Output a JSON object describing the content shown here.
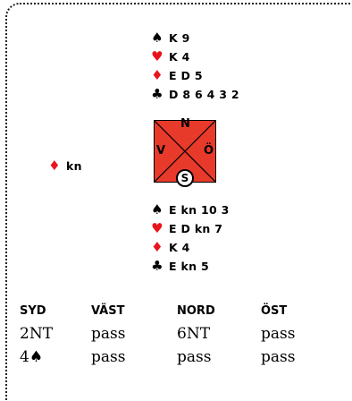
{
  "north": {
    "spades": "K 9",
    "hearts": "K 4",
    "diamonds": "E D 5",
    "clubs": "D 8 6 4 3 2"
  },
  "west": {
    "diamonds": "kn"
  },
  "south": {
    "spades": "E kn 10 3",
    "hearts": "E D kn 7",
    "diamonds": "K 4",
    "clubs": "E kn 5"
  },
  "compass": {
    "north": "N",
    "west": "V",
    "east": "Ö",
    "south": "S"
  },
  "suits": {
    "spade": "♠",
    "heart": "♥",
    "diamond": "♦",
    "club": "♣"
  },
  "colors": {
    "red_suit": "#e8141c",
    "compass_fill": "#e83a2b"
  },
  "bidding": {
    "headers": [
      "SYD",
      "VÄST",
      "NORD",
      "ÖST"
    ],
    "rows": [
      [
        "2NT",
        "pass",
        "6NT",
        "pass"
      ],
      [
        "4",
        "pass",
        "pass",
        "pass"
      ]
    ],
    "row2_first_suit": "♠"
  }
}
